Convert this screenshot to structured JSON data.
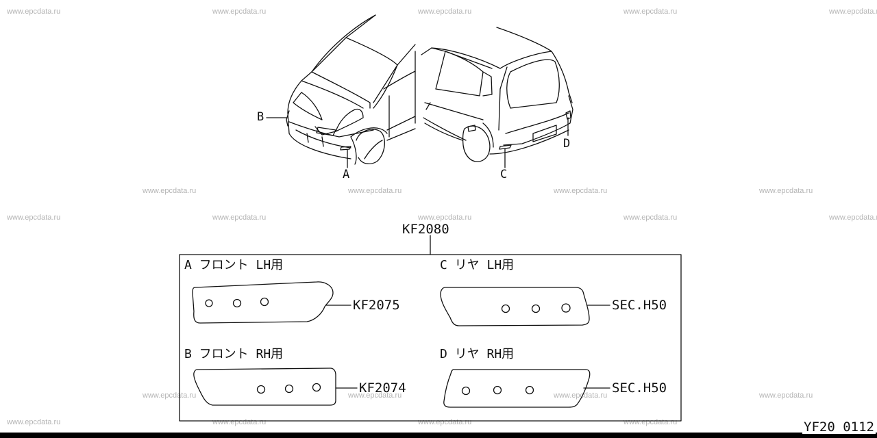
{
  "watermark": "www.epcdata.ru",
  "callouts": {
    "a": "A",
    "b": "B",
    "c": "C",
    "d": "D"
  },
  "assembly_part_no": "KF2080",
  "panels": {
    "a": {
      "title": "A  フロント LH用",
      "part_no": "KF2075"
    },
    "b": {
      "title": "B  フロント RH用",
      "part_no": "KF2074"
    },
    "c": {
      "title": "C  リヤ LH用",
      "part_no": "SEC.H50"
    },
    "d": {
      "title": "D  リヤ RH用",
      "part_no": "SEC.H50"
    }
  },
  "page_code": "YF20 0112"
}
